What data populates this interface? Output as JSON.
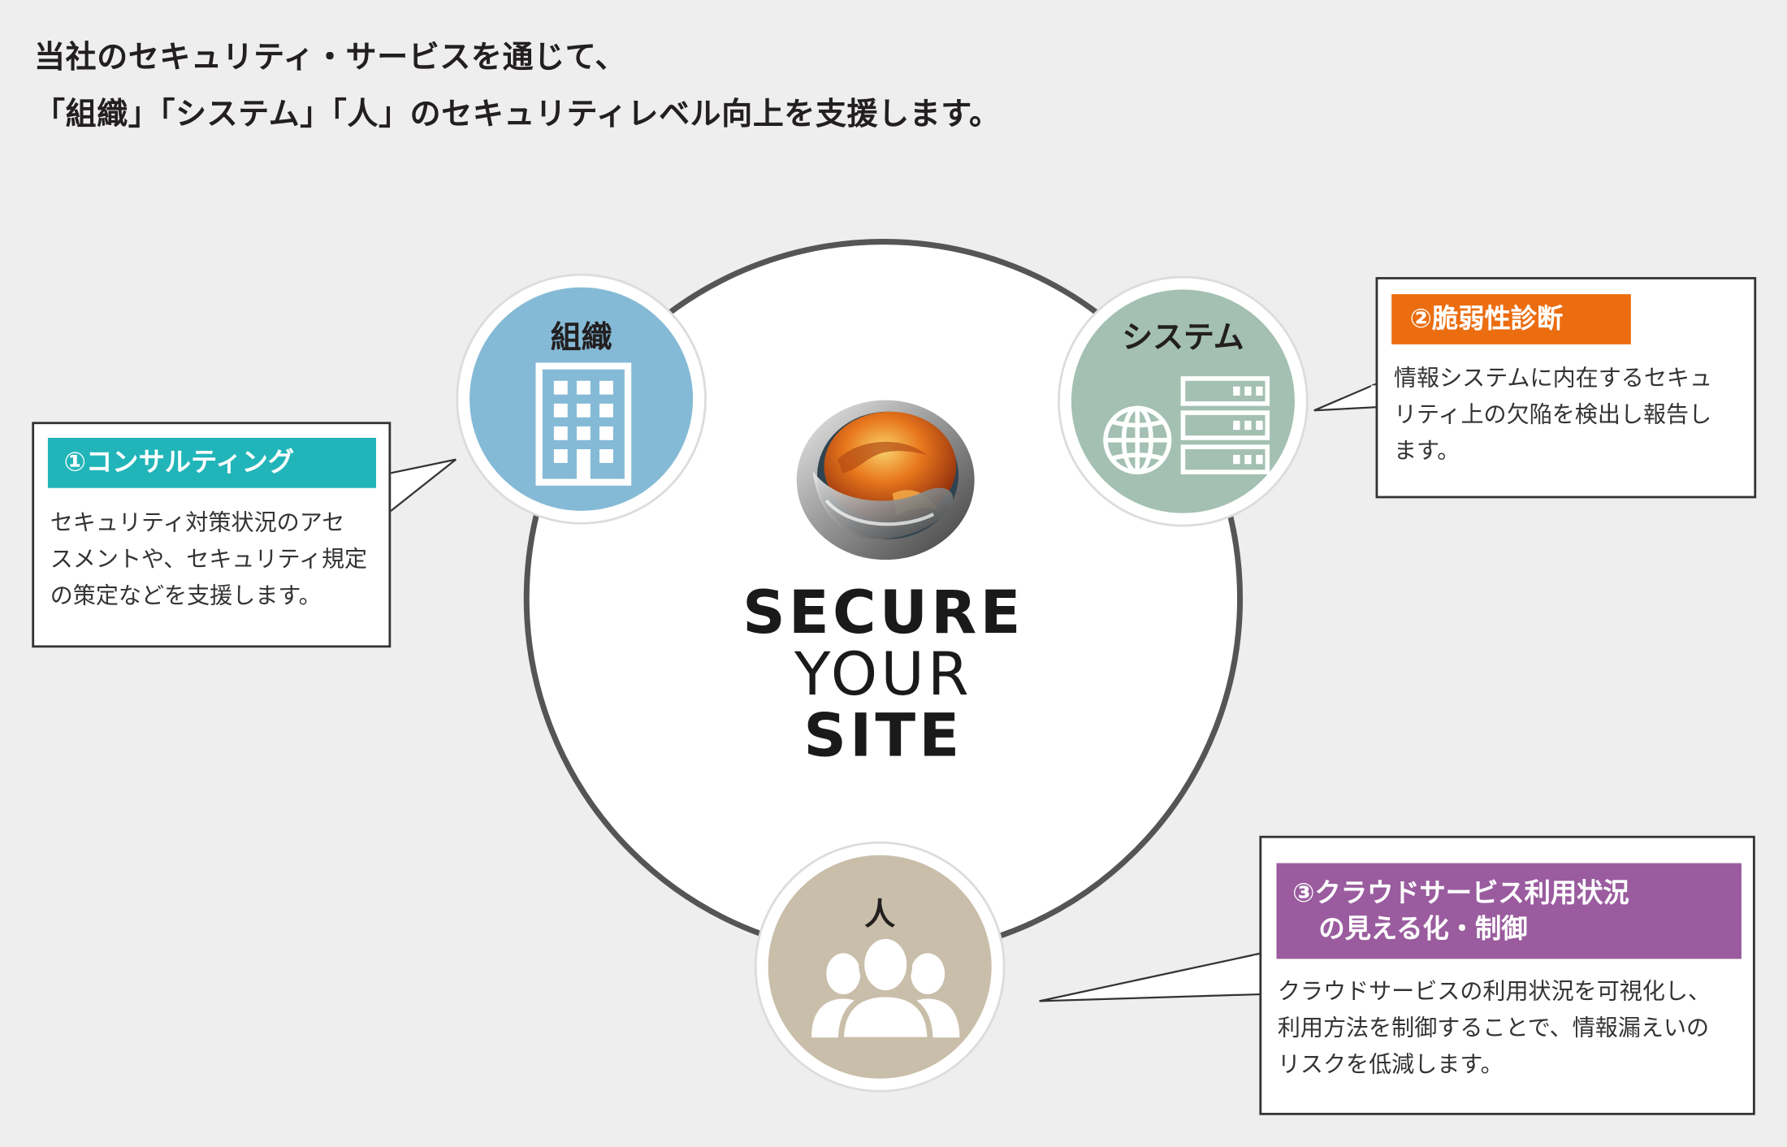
{
  "intro": {
    "line1": "当社のセキュリティ・サービスを通じて、",
    "line2": "「組織」「システム」「人」のセキュリティレベル向上を支援します。"
  },
  "center_logo": {
    "line1": "SECURE",
    "line2": "YOUR",
    "line3": "SITE",
    "globe_icon": "globe-logo-icon"
  },
  "nodes": {
    "organization": {
      "label": "組織",
      "icon": "building-icon",
      "color": "#85bad6"
    },
    "system": {
      "label": "システム",
      "icon": "server-globe-icon",
      "color": "#a3c0b2"
    },
    "people": {
      "label": "人",
      "icon": "people-group-icon",
      "color": "#c9bea9"
    }
  },
  "services": [
    {
      "title": "①コンサルティング",
      "title_color": "#21b5b9",
      "desc": [
        "セキュリティ対策状況のアセ",
        "スメントや、セキュリティ規定",
        "の策定などを支援します。"
      ]
    },
    {
      "title": "②脆弱性診断",
      "title_color": "#eb6d10",
      "desc": [
        "情報システムに内在するセキュ",
        "リティ上の欠陥を検出し報告し",
        "ます。"
      ]
    },
    {
      "title_lines": [
        "③クラウドサービス利用状況",
        "　の見える化・制御"
      ],
      "title_color": "#9a5c9e",
      "desc": [
        "クラウドサービスの利用状況を可視化し、",
        "利用方法を制御することで、情報漏えいの",
        "リスクを低減します。"
      ]
    }
  ]
}
